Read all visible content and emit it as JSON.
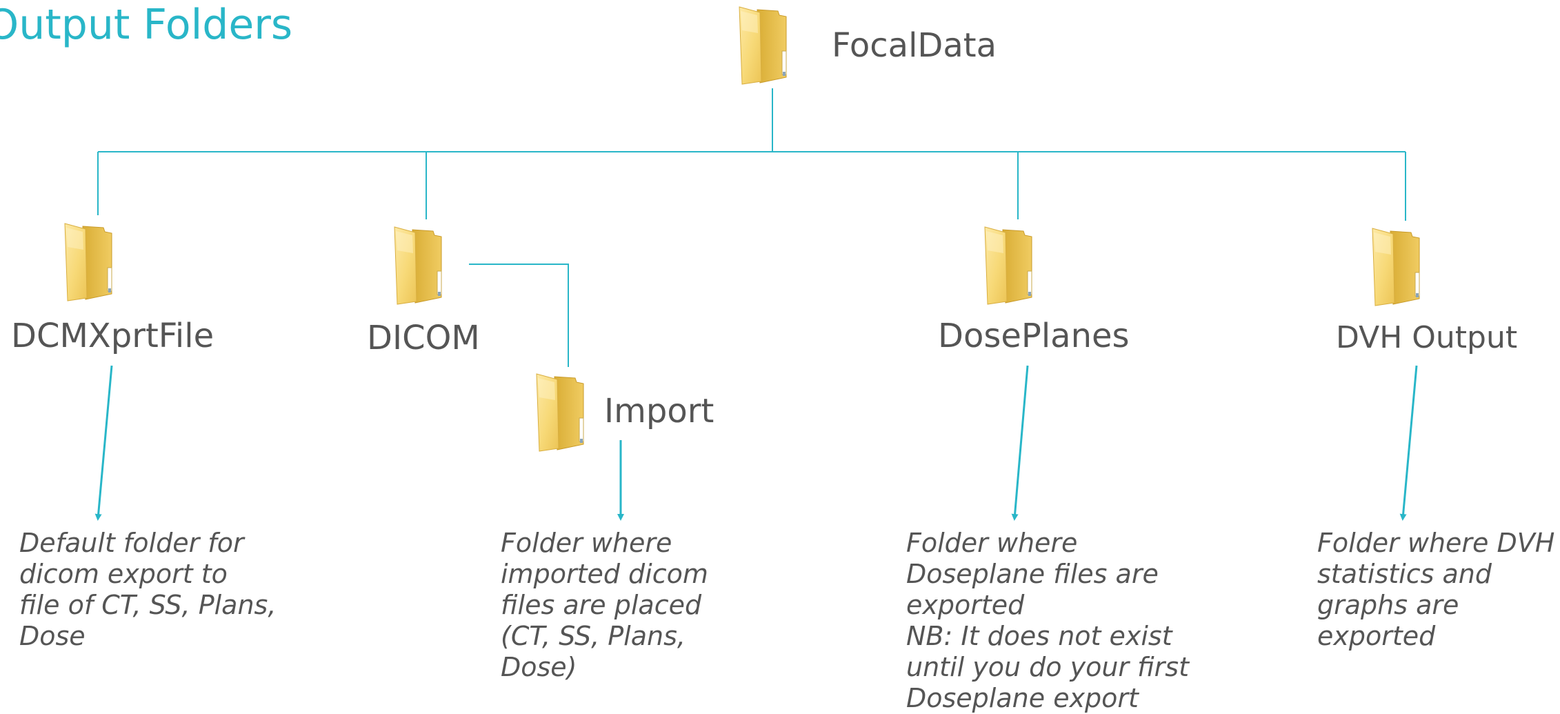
{
  "page": {
    "title": "Output Folders"
  },
  "root": {
    "name": "FocalData",
    "icon": "folder-icon"
  },
  "children": [
    {
      "name": "DCMXprtFile",
      "icon": "folder-icon",
      "description": "Default folder for\ndicom export to\nfile of CT, SS, Plans,\nDose"
    },
    {
      "name": "DICOM",
      "icon": "folder-icon",
      "child": {
        "name": "Import",
        "icon": "folder-icon",
        "description": "Folder where\nimported dicom\nfiles are placed\n(CT, SS, Plans,\nDose)"
      }
    },
    {
      "name": "DosePlanes",
      "icon": "folder-icon",
      "description": "Folder where\nDoseplane files are\nexported\nNB: It does not exist\nuntil you do your first\nDoseplane export"
    },
    {
      "name": "DVH Output",
      "icon": "folder-icon",
      "description": "Folder where DVH\nstatistics and\ngraphs are\nexported"
    }
  ],
  "colors": {
    "accent": "#29b6c8",
    "text": "#555555",
    "folder": "#f2cd5c"
  }
}
